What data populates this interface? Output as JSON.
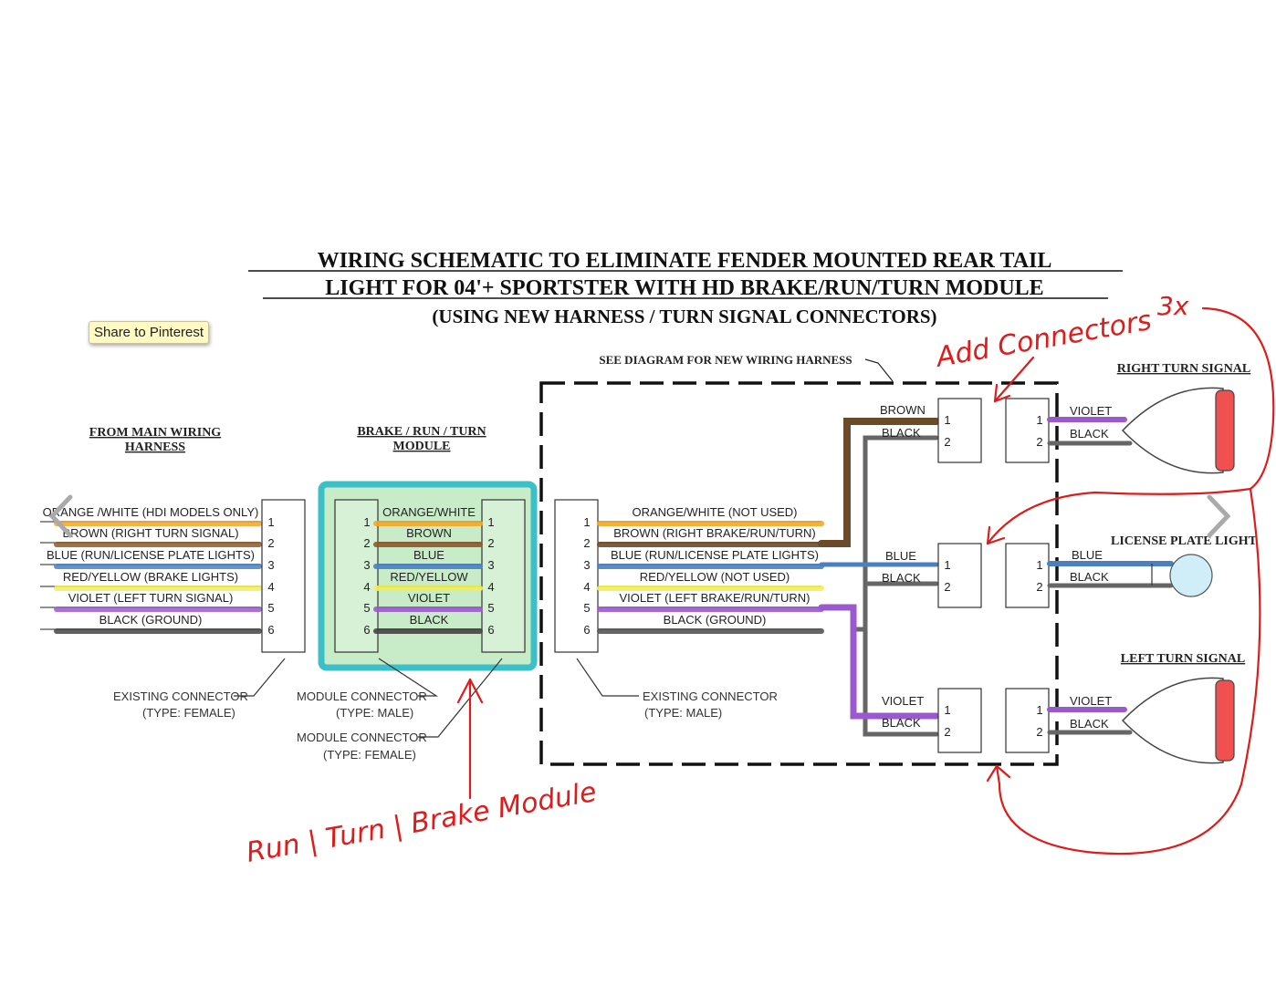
{
  "title": {
    "line1": "WIRING SCHEMATIC TO ELIMINATE FENDER MOUNTED REAR  TAIL",
    "line2": "LIGHT FOR 04'+ SPORTSTER WITH HD BRAKE/RUN/TURN MODULE",
    "line3": "(USING NEW HARNESS / TURN SIGNAL CONNECTORS)"
  },
  "share_button": "Share to Pinterest",
  "headers": {
    "main_harness_1": "FROM MAIN WIRING",
    "main_harness_2": "HARNESS",
    "module_1": "BRAKE / RUN / TURN",
    "module_2": "MODULE",
    "see_diagram": "SEE DIAGRAM FOR NEW WIRING HARNESS",
    "right_turn": "RIGHT TURN SIGNAL",
    "license": "LICENSE PLATE LIGHT",
    "left_turn": "LEFT TURN SIGNAL"
  },
  "main_harness_wires": [
    {
      "label": "ORANGE /WHITE (HDI MODELS ONLY)",
      "color": "#f5a623",
      "pin": "1"
    },
    {
      "label": "BROWN  (RIGHT TURN SIGNAL)",
      "color": "#8b5a2b",
      "pin": "2"
    },
    {
      "label": "BLUE  (RUN/LICENSE PLATE LIGHTS)",
      "color": "#4a7fc1",
      "pin": "3"
    },
    {
      "label": "RED/YELLOW (BRAKE LIGHTS)",
      "color": "#f2ee5a",
      "pin": "4"
    },
    {
      "label": "VIOLET  (LEFT TURN SIGNAL)",
      "color": "#9b59d0",
      "pin": "5"
    },
    {
      "label": "BLACK  (GROUND)",
      "color": "#444444",
      "pin": "6"
    }
  ],
  "module_wires": [
    {
      "label": "ORANGE/WHITE",
      "color": "#f5a623",
      "pin": "1"
    },
    {
      "label": "BROWN",
      "color": "#8b5a2b",
      "pin": "2"
    },
    {
      "label": "BLUE",
      "color": "#4a7fc1",
      "pin": "3"
    },
    {
      "label": "RED/YELLOW",
      "color": "#f2ee5a",
      "pin": "4"
    },
    {
      "label": "VIOLET",
      "color": "#9b59d0",
      "pin": "5"
    },
    {
      "label": "BLACK",
      "color": "#444444",
      "pin": "6"
    }
  ],
  "harness_wires": [
    {
      "label": "ORANGE/WHITE  (NOT USED)",
      "color": "#f5a623",
      "pin": "1"
    },
    {
      "label": "BROWN  (RIGHT BRAKE/RUN/TURN)",
      "color": "#6b4a2a",
      "pin": "2"
    },
    {
      "label": "BLUE  (RUN/LICENSE PLATE LIGHTS)",
      "color": "#4a7fc1",
      "pin": "3"
    },
    {
      "label": "RED/YELLOW  (NOT USED)",
      "color": "#f2ee5a",
      "pin": "4"
    },
    {
      "label": "VIOLET  (LEFT BRAKE/RUN/TURN)",
      "color": "#9b59d0",
      "pin": "5"
    },
    {
      "label": "BLACK  (GROUND)",
      "color": "#555555",
      "pin": "6"
    }
  ],
  "notes": {
    "existing_female_1": "EXISTING CONNECTOR",
    "existing_female_2": "(TYPE:  FEMALE)",
    "module_male_1": "MODULE  CONNECTOR",
    "module_male_2": "(TYPE:  MALE)",
    "module_female_1": "MODULE  CONNECTOR",
    "module_female_2": "(TYPE:  FEMALE)",
    "existing_male_1": "EXISTING CONNECTOR",
    "existing_male_2": "(TYPE:  MALE)"
  },
  "connectors": {
    "right": {
      "in_a": "BROWN",
      "in_b": "BLACK",
      "out_a": "VIOLET",
      "out_b": "BLACK"
    },
    "license": {
      "in_a": "BLUE",
      "in_b": "BLACK",
      "out_a": "BLUE",
      "out_b": "BLACK"
    },
    "left": {
      "in_a": "VIOLET",
      "in_b": "BLACK",
      "out_a": "VIOLET",
      "out_b": "BLACK"
    },
    "pin_1": "1",
    "pin_2": "2"
  },
  "annotations": {
    "add_connectors": "Add  Connectors",
    "times": "3x",
    "module_note": "Run | Turn | Brake Module"
  },
  "colors": {
    "annotation": "#e01b1b",
    "module_highlight": "#3cc0c8",
    "module_fill": "#c8ecc8",
    "lamp_red": "#f05050",
    "lamp_blue": "#cfeef8"
  }
}
